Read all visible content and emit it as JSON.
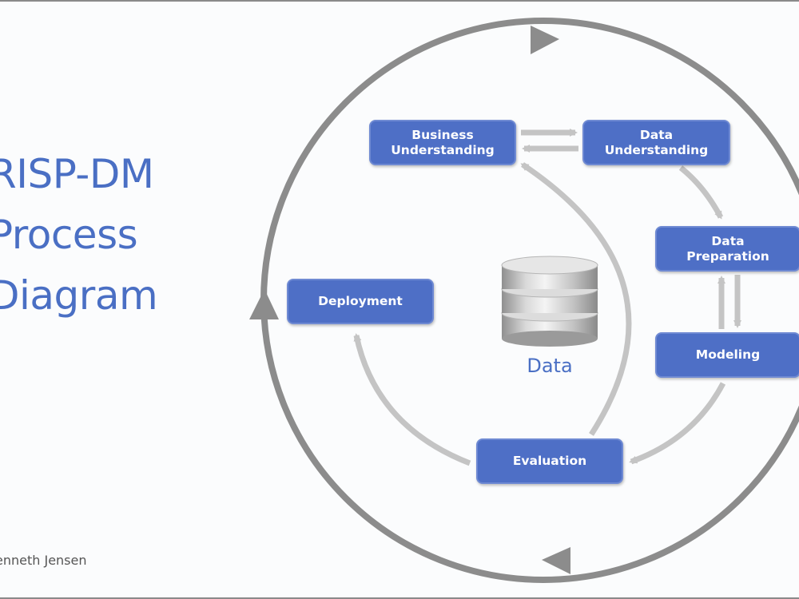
{
  "title": {
    "line1": "RISP-DM",
    "line2": "Process",
    "line3": "Diagram"
  },
  "credit": "enneth Jensen",
  "phases": {
    "business_understanding": {
      "line1": "Business",
      "line2": "Understanding"
    },
    "data_understanding": {
      "line1": "Data",
      "line2": "Understanding"
    },
    "data_preparation": {
      "line1": "Data",
      "line2": "Preparation"
    },
    "modeling": {
      "label": "Modeling"
    },
    "evaluation": {
      "label": "Evaluation"
    },
    "deployment": {
      "label": "Deployment"
    }
  },
  "data_store": {
    "label": "Data",
    "icon": "database-icon"
  },
  "colors": {
    "title": "#4a6fc4",
    "phase_fill": "#4e6fc6",
    "phase_border": "#6f8ad3",
    "outer_cycle": "#8c8c8c",
    "inner_arrows": "#c4c4c4"
  }
}
